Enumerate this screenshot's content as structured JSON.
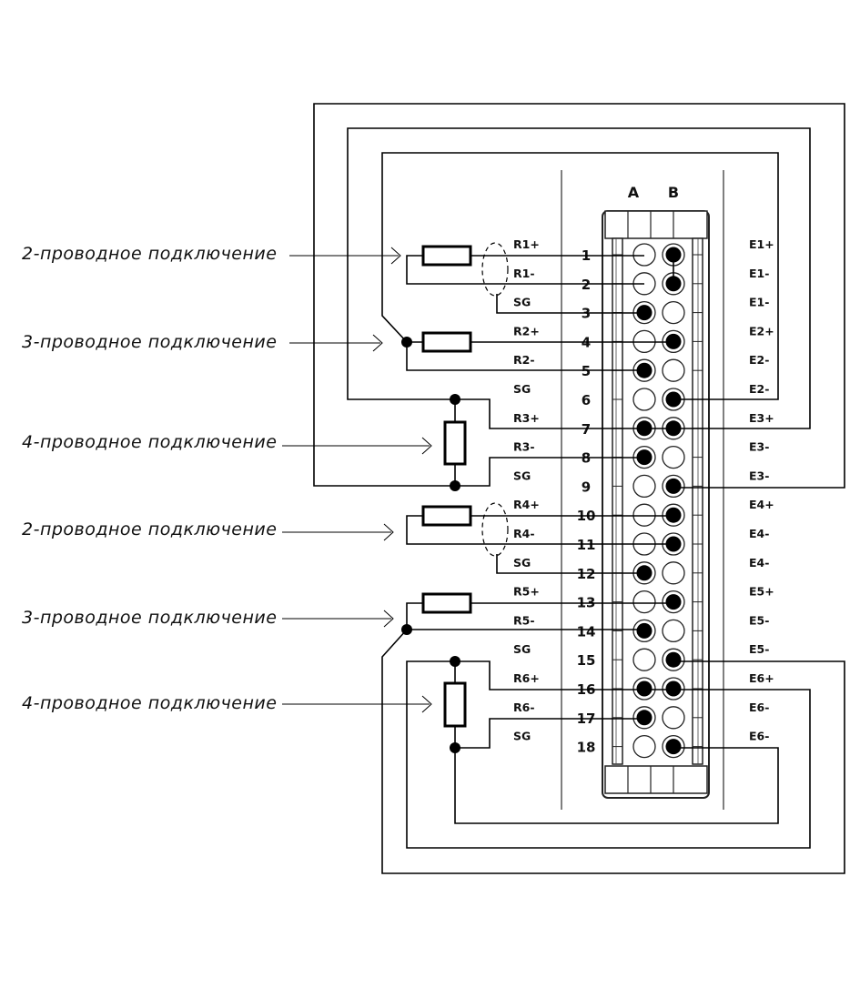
{
  "connection_labels": [
    "2-проводное подключение",
    "3-проводное подключение",
    "4-проводное подключение",
    "2-проводное подключение",
    "3-проводное подключение",
    "4-проводное подключение"
  ],
  "columns": [
    "A",
    "B"
  ],
  "terminals": [
    "1",
    "2",
    "3",
    "4",
    "5",
    "6",
    "7",
    "8",
    "9",
    "10",
    "11",
    "12",
    "13",
    "14",
    "15",
    "16",
    "17",
    "18"
  ],
  "left_signals": [
    "R1+",
    "R1-",
    "SG",
    "R2+",
    "R2-",
    "SG",
    "R3+",
    "R3-",
    "SG",
    "R4+",
    "R4-",
    "SG",
    "R5+",
    "R5-",
    "SG",
    "R6+",
    "R6-",
    "SG"
  ],
  "right_signals": [
    "E1+",
    "E1-",
    "E1-",
    "E2+",
    "E2-",
    "E2-",
    "E3+",
    "E3-",
    "E3-",
    "E4+",
    "E4-",
    "E4-",
    "E5+",
    "E5-",
    "E5-",
    "E6+",
    "E6-",
    "E6-"
  ],
  "connected_A": [
    false,
    false,
    true,
    false,
    true,
    false,
    true,
    true,
    false,
    false,
    false,
    true,
    false,
    true,
    false,
    true,
    true,
    false
  ],
  "connected_B": [
    true,
    true,
    false,
    true,
    false,
    true,
    true,
    false,
    true,
    true,
    true,
    false,
    true,
    false,
    true,
    true,
    false,
    true
  ]
}
